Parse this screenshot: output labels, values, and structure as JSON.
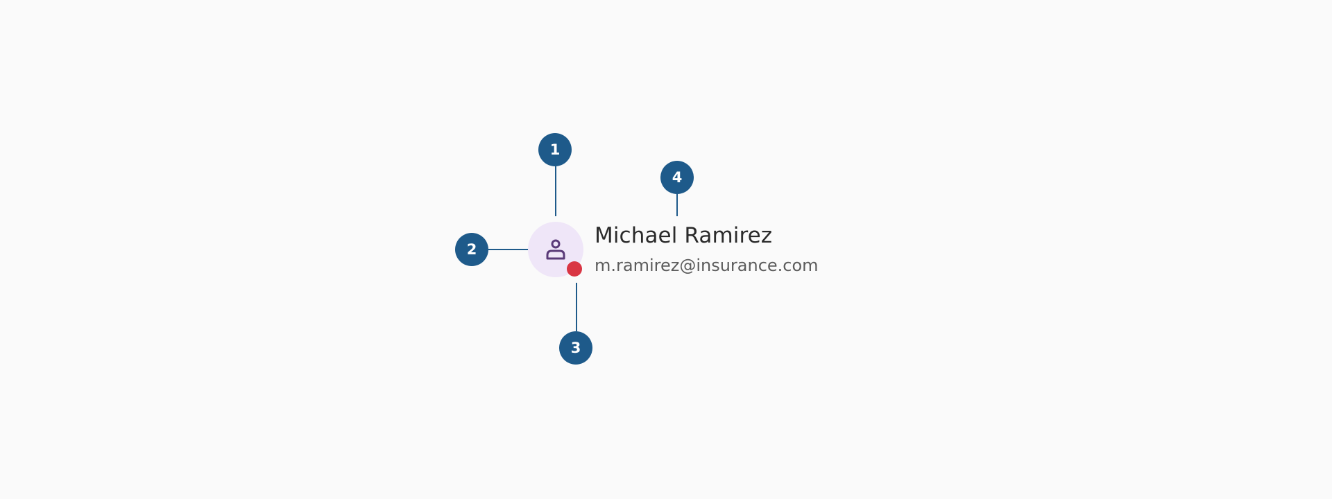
{
  "user": {
    "name": "Michael Ramirez",
    "email": "m.ramirez@insurance.com",
    "avatar_icon": "person-icon",
    "status_color": "#d93543"
  },
  "callouts": [
    {
      "number": "1"
    },
    {
      "number": "2"
    },
    {
      "number": "3"
    },
    {
      "number": "4"
    }
  ],
  "colors": {
    "callout": "#1e5a8a",
    "avatar_bg": "#efe6f8",
    "avatar_icon": "#5a3a78",
    "background": "#fafafa"
  }
}
